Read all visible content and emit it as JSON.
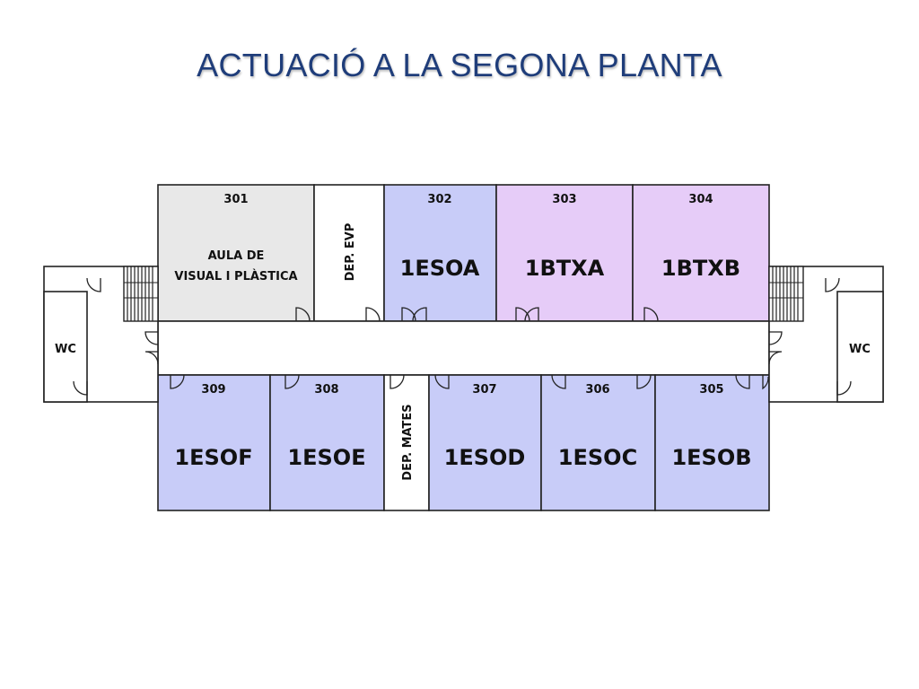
{
  "title": "ACTUACIÓ A LA SEGONA PLANTA",
  "colors": {
    "gray_room": "#e8e8e8",
    "blue_room": "#c8ccf8",
    "violet_room": "#e6ccf8",
    "white_room": "#ffffff",
    "title": "#1f3d7a"
  },
  "rooms": {
    "r301": {
      "number": "301",
      "name_line1": "AULA DE",
      "name_line2": "VISUAL I PLÀSTICA"
    },
    "dep_evp": {
      "name": "DEP. EVP"
    },
    "r302": {
      "number": "302",
      "name": "1ESOA"
    },
    "r303": {
      "number": "303",
      "name": "1BTXA"
    },
    "r304": {
      "number": "304",
      "name": "1BTXB"
    },
    "r309": {
      "number": "309",
      "name": "1ESOF"
    },
    "r308": {
      "number": "308",
      "name": "1ESOE"
    },
    "dep_mates": {
      "name": "DEP. MATES"
    },
    "r307": {
      "number": "307",
      "name": "1ESOD"
    },
    "r306": {
      "number": "306",
      "name": "1ESOC"
    },
    "r305": {
      "number": "305",
      "name": "1ESOB"
    }
  },
  "wc_left": {
    "label": "WC"
  },
  "wc_right": {
    "label": "WC"
  }
}
